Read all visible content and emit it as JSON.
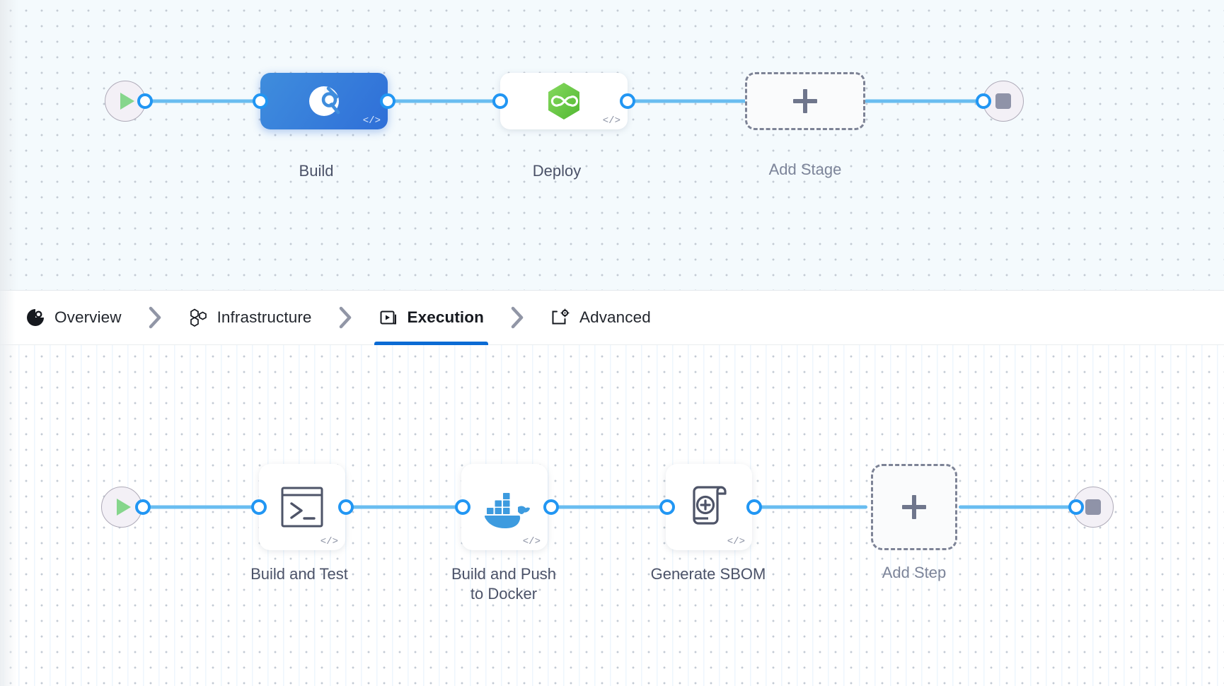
{
  "stage_graph": {
    "start_node": {
      "icon": "play-icon"
    },
    "end_node": {
      "icon": "stop-icon"
    },
    "stages": [
      {
        "id": "build",
        "label": "Build",
        "icon": "ci-pie-icon",
        "selected": true,
        "code_badge": "</>"
      },
      {
        "id": "deploy",
        "label": "Deploy",
        "icon": "cd-hexagon-icon",
        "selected": false,
        "code_badge": "</>"
      }
    ],
    "add_stage": {
      "label": "Add Stage",
      "icon": "plus-icon"
    }
  },
  "tabs": {
    "separator": "chevron-right-icon",
    "items": [
      {
        "id": "overview",
        "label": "Overview",
        "icon": "overview-pie-icon",
        "active": false
      },
      {
        "id": "infrastructure",
        "label": "Infrastructure",
        "icon": "hexagon-cluster-icon",
        "active": false
      },
      {
        "id": "execution",
        "label": "Execution",
        "icon": "play-in-box-icon",
        "active": true
      },
      {
        "id": "advanced",
        "label": "Advanced",
        "icon": "box-gear-icon",
        "active": false
      }
    ]
  },
  "step_graph": {
    "start_node": {
      "icon": "play-icon"
    },
    "end_node": {
      "icon": "stop-icon"
    },
    "steps": [
      {
        "id": "build-and-test",
        "label": "Build and Test",
        "icon": "terminal-icon",
        "code_badge": "</>"
      },
      {
        "id": "build-and-push",
        "label": "Build and Push\nto Docker",
        "icon": "docker-whale-icon",
        "code_badge": "</>"
      },
      {
        "id": "generate-sbom",
        "label": "Generate SBOM",
        "icon": "sbom-scroll-icon",
        "code_badge": "</>"
      }
    ],
    "add_step": {
      "label": "Add Step",
      "icon": "plus-icon"
    }
  },
  "colors": {
    "accent_blue": "#0b6bd4",
    "edge_blue": "#69bdf0",
    "port_blue": "#2196f3",
    "stage_selected_from": "#3f8ddd",
    "stage_selected_to": "#2f6fd8",
    "cd_green": "#6dc64a",
    "docker_blue": "#3d9bdf",
    "start_green": "#86d68c",
    "stop_gray": "#8f93a8",
    "canvas_top_bg": "#f4fafd",
    "canvas_bottom_bg": "#ffffff",
    "caption_text": "#4b5268",
    "caption_muted": "#7c8499"
  }
}
